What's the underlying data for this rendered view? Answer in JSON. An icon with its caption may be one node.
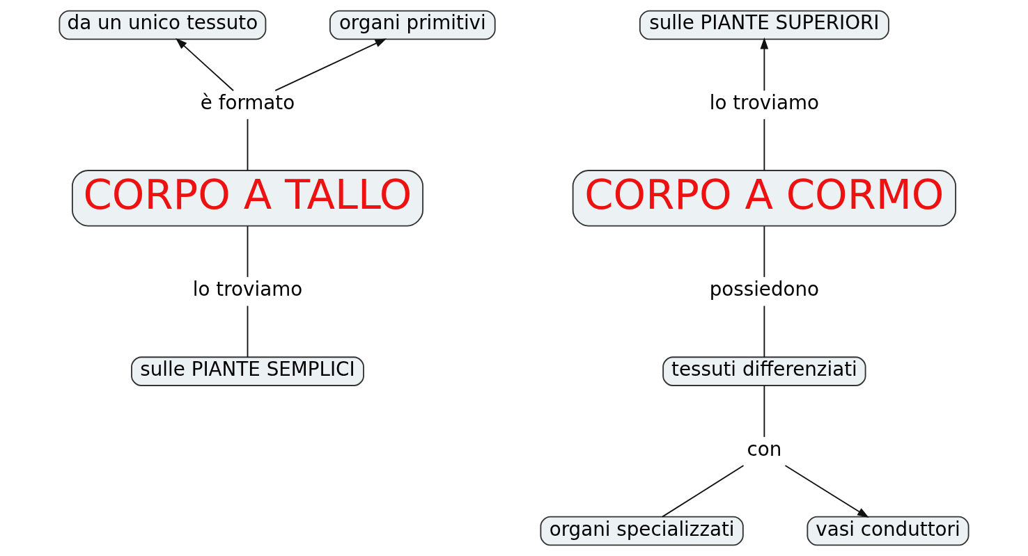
{
  "diagram": {
    "nodes": [
      {
        "text": [
          "da un unico tessuto"
        ]
      },
      {
        "text": [
          "organi primitivi"
        ]
      },
      {
        "text": [
          "è formato"
        ]
      },
      {
        "text": [
          "CORPO A TALLO"
        ]
      },
      {
        "text": [
          "lo troviamo"
        ]
      },
      {
        "text": [
          "sulle PIANTE SEMPLICI"
        ]
      },
      {
        "text": [
          "sulle PIANTE SUPERIORI"
        ]
      },
      {
        "text": [
          "lo troviamo"
        ]
      },
      {
        "text": [
          "CORPO A CORMO"
        ]
      },
      {
        "text": [
          "possiedono"
        ]
      },
      {
        "text": [
          "tessuti differenziati"
        ]
      },
      {
        "text": [
          "con"
        ]
      },
      {
        "text": [
          "organi specializzati"
        ]
      },
      {
        "text": [
          "vasi conduttori"
        ]
      }
    ],
    "edges": [
      {
        "from": 3,
        "to": 2,
        "arrow": "none"
      },
      {
        "from": 2,
        "to": 0,
        "arrow": "to"
      },
      {
        "from": 2,
        "to": 1,
        "arrow": "to"
      },
      {
        "from": 3,
        "to": 4,
        "arrow": "none"
      },
      {
        "from": 4,
        "to": 5,
        "arrow": "none"
      },
      {
        "from": 8,
        "to": 7,
        "arrow": "none"
      },
      {
        "from": 7,
        "to": 6,
        "arrow": "to"
      },
      {
        "from": 8,
        "to": 9,
        "arrow": "none"
      },
      {
        "from": 9,
        "to": 10,
        "arrow": "none"
      },
      {
        "from": 10,
        "to": 11,
        "arrow": "none"
      },
      {
        "from": 11,
        "to": 12,
        "arrow": "none"
      },
      {
        "from": 11,
        "to": 13,
        "arrow": "to"
      }
    ]
  }
}
